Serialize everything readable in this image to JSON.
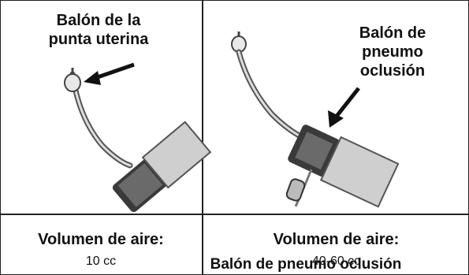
{
  "left_panel": {
    "callout_line1": "Balón de la",
    "callout_line2": "punta uterina",
    "volume_label": "Volumen de aire:",
    "volume_value": "10 cc"
  },
  "right_panel": {
    "callout_line1": "Balón de",
    "callout_line2": "pneumo",
    "callout_line3": "oclusión",
    "volume_label": "Volumen de aire:",
    "volume_value": "40-60 cc",
    "overlay_caption": "Balón de pneumo oclusión"
  }
}
